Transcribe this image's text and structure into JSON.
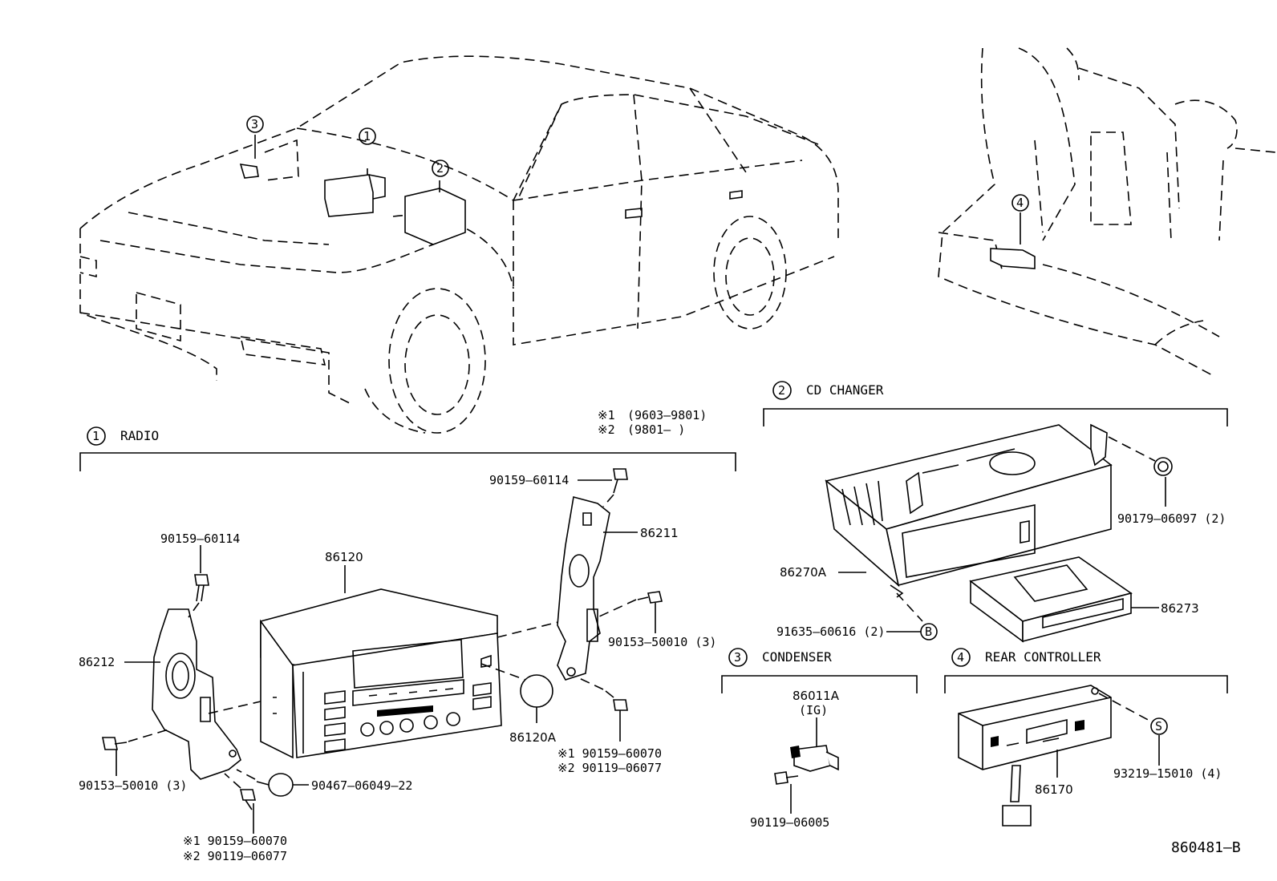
{
  "diagram_code": "860481–B",
  "locator": {
    "radio": "1",
    "cd_changer": "2",
    "condenser": "3",
    "rear_controller": "4"
  },
  "sections": {
    "radio": {
      "number": "1",
      "title": "RADIO"
    },
    "cd_changer": {
      "number": "2",
      "title": "CD CHANGER"
    },
    "condenser": {
      "number": "3",
      "title": "CONDENSER"
    },
    "rear_controller": {
      "number": "4",
      "title": "REAR CONTROLLER"
    }
  },
  "legend": {
    "mark1": "※1",
    "range1": "(9603–9801)",
    "mark2": "※2",
    "range2": "(9801–     )"
  },
  "radio_parts": {
    "bolt_top_left": "90159–60114",
    "bracket_left": "86212",
    "radio_unit": "86120",
    "bolt_left_bottom": "90153–50010 (3)",
    "clip": "90467–06049–22",
    "bottom_bolt_m1": "※1  90159–60070",
    "bottom_bolt_m2": "※2  90119–06077",
    "bolt_top_right": "90159–60114",
    "bracket_right": "86211",
    "bolt_right": "90153–50010 (3)",
    "knob": "86120A",
    "right_bolt_m1": "※1 90159–60070",
    "right_bolt_m2": "※2 90119–06077"
  },
  "cd_parts": {
    "nut": "90179–06097 (2)",
    "changer": "86270A",
    "magazine": "86273",
    "screw": "91635–60616 (2)",
    "screw_mark": "B"
  },
  "condenser_parts": {
    "condenser": "86011A",
    "condenser_sub": "(IG)",
    "bolt": "90119–06005"
  },
  "rear_parts": {
    "controller": "86170",
    "screw": "93219–15010 (4)",
    "screw_mark": "S"
  }
}
